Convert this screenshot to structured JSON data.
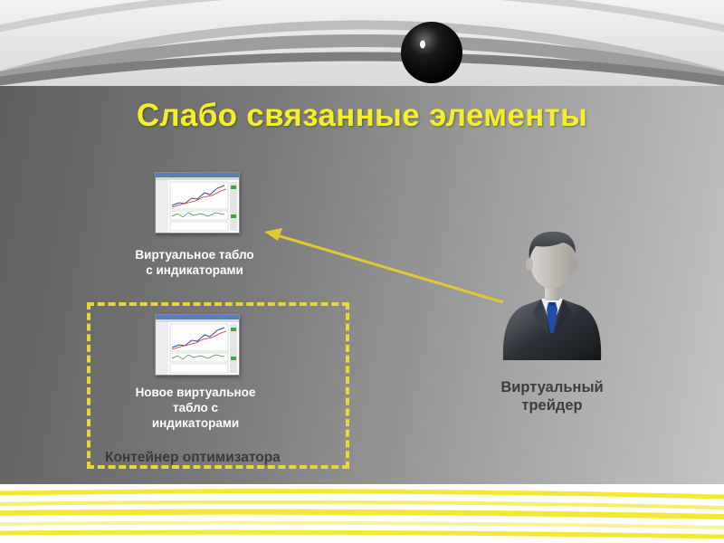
{
  "slide": {
    "title": "Слабо связанные элементы"
  },
  "board_original": {
    "label_line1": "Виртуальное табло",
    "label_line2": "с индикаторами",
    "icon": "chart-screen-icon"
  },
  "board_new": {
    "label_line1": "Новое виртуальное",
    "label_line2": "табло с",
    "label_line3": "индикаторами",
    "icon": "chart-screen-icon"
  },
  "optimizer": {
    "label": "Контейнер оптимизатора"
  },
  "trader": {
    "label_line1": "Виртуальный",
    "label_line2": "трейдер",
    "icon": "businessman-icon"
  },
  "colors": {
    "title": "#f5ef2a",
    "arrow": "#e0c832",
    "dashed_border": "#e8d637",
    "stripe": "#f3e933"
  }
}
